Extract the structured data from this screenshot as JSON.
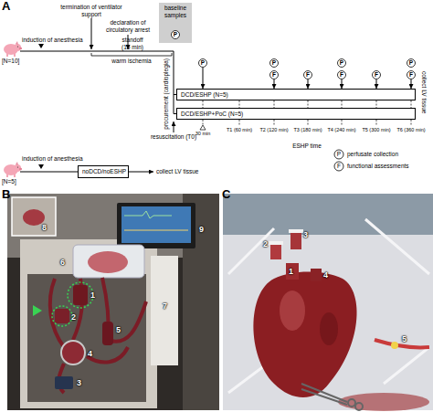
{
  "diagram": {
    "nodes": [
      {
        "text": [
          "baseline samples"
        ]
      },
      {
        "text": [
          "P"
        ],
        "in": 0
      },
      {
        "text": [
          "P"
        ]
      },
      {
        "text": [
          "P"
        ]
      },
      {
        "text": [
          "F"
        ]
      },
      {
        "text": [
          "F"
        ]
      },
      {
        "text": [
          "P"
        ]
      },
      {
        "text": [
          "F"
        ]
      },
      {
        "text": [
          "F"
        ]
      },
      {
        "text": [
          "P"
        ]
      },
      {
        "text": [
          "F"
        ]
      },
      {
        "text": [
          "DCD/ESHP (N=5)"
        ]
      },
      {
        "text": [
          "DCD/ESHP+PoC (N=5)"
        ]
      },
      {
        "text": [
          "noDCD/noESHP"
        ]
      }
    ],
    "edges": [
      {
        "from": 2,
        "to": 11,
        "arrow": "to"
      },
      {
        "from": 4,
        "to": 11,
        "arrow": "to"
      },
      {
        "from": 5,
        "to": 11,
        "arrow": "to"
      },
      {
        "from": 7,
        "to": 11,
        "arrow": "to"
      },
      {
        "from": 8,
        "to": 11,
        "arrow": "to"
      },
      {
        "from": 10,
        "to": 11,
        "arrow": "to"
      }
    ],
    "labels": [
      "A",
      "[N=10]",
      "induction of anesthesia",
      "termination of ventilator support",
      "declaration of circulatory arrest",
      "standoff (15 min)",
      "warm ischemia",
      "procurement (cardioplegia)",
      "resuscitation (T0)",
      "30 min",
      "T1 (60 min)",
      "T2 (120 min)",
      "T3 (180 min)",
      "T4 (240 min)",
      "T5 (300 min)",
      "T6 (360 min)",
      "ESHP time",
      "collect LV tissue",
      "P",
      "F",
      "[N=5]",
      "induction of anesthesia",
      "collect LV tissue",
      "B",
      "1",
      "2",
      "3",
      "4",
      "5",
      "6",
      "7",
      "8",
      "9",
      "C",
      "1",
      "2",
      "3",
      "4",
      "5"
    ],
    "legend": [
      {
        "text": "perfusate collection"
      },
      {
        "text": "functional assessments"
      }
    ]
  }
}
